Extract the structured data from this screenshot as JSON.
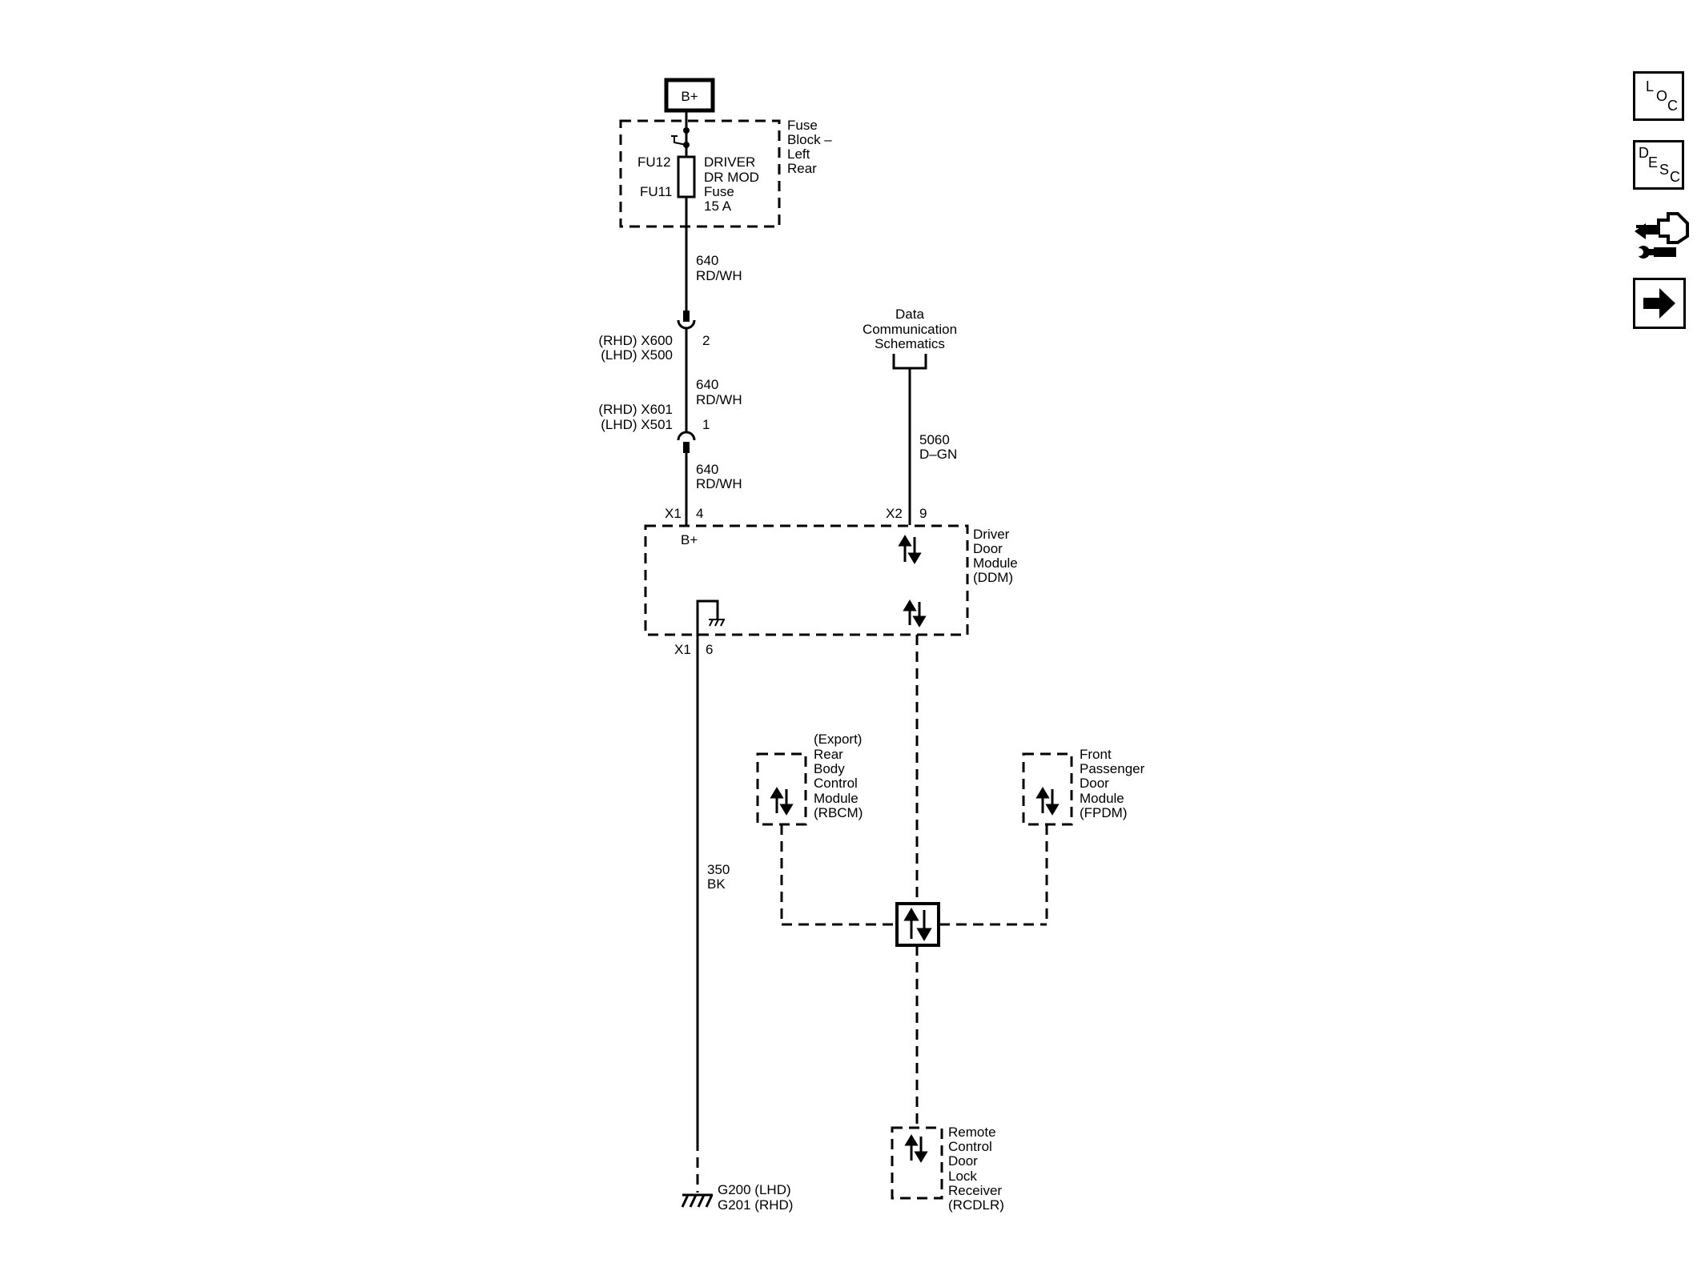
{
  "power": {
    "source_label": "B+"
  },
  "fuse_block": {
    "name_lines": [
      "Fuse",
      "Block –",
      "Left",
      "Rear"
    ],
    "fuse_ids": [
      "FU12",
      "FU11"
    ],
    "fuse_lines": [
      "DRIVER",
      "DR MOD",
      "Fuse",
      "15 A"
    ]
  },
  "wires": {
    "w640": [
      "640",
      "RD/WH"
    ],
    "w5060": [
      "5060",
      "D–GN"
    ],
    "w350": [
      "350",
      "BK"
    ]
  },
  "connectors": {
    "x600": {
      "rhd": "(RHD) X600",
      "lhd": "(LHD) X500",
      "pin": "2"
    },
    "x601": {
      "rhd": "(RHD) X601",
      "lhd": "(LHD) X501",
      "pin": "1"
    }
  },
  "data_comm": {
    "lines": [
      "Data",
      "Communication",
      "Schematics"
    ]
  },
  "ddm": {
    "name_lines": [
      "Driver",
      "Door",
      "Module",
      "(DDM)"
    ],
    "top_left_conn": "X1",
    "top_left_pin": "4",
    "top_right_conn": "X2",
    "top_right_pin": "9",
    "b_plus": "B+",
    "bottom_conn": "X1",
    "bottom_pin": "6"
  },
  "rbcm": {
    "lines": [
      "(Export)",
      "Rear",
      "Body",
      "Control",
      "Module",
      "(RBCM)"
    ]
  },
  "fpdm": {
    "lines": [
      "Front",
      "Passenger",
      "Door",
      "Module",
      "(FPDM)"
    ]
  },
  "rcdlr": {
    "lines": [
      "Remote",
      "Control",
      "Door",
      "Lock",
      "Receiver",
      "(RCDLR)"
    ]
  },
  "ground": {
    "lhd": "G200 (LHD)",
    "rhd": "G201 (RHD)"
  },
  "nav": {
    "loc": [
      "L",
      "O",
      "C"
    ],
    "desc": [
      "D",
      "E",
      "S",
      "C"
    ],
    "icons": [
      "connector-repair-icon",
      "next-arrow-icon"
    ]
  }
}
